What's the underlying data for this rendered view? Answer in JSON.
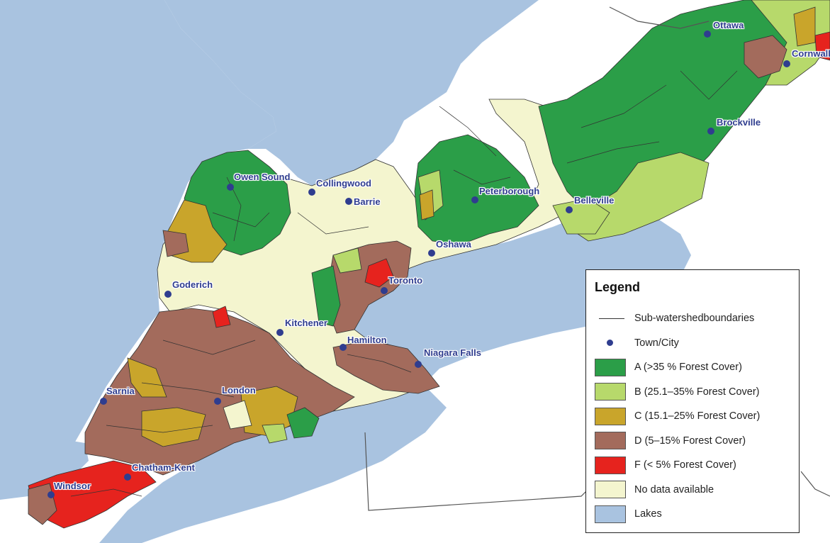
{
  "colors": {
    "lake": "#a9c3e0",
    "background": "#ffffff",
    "class_A": "#2b9e48",
    "class_B": "#b7d96b",
    "class_C": "#c9a52b",
    "class_D": "#a36b5c",
    "class_F": "#e6231e",
    "no_data": "#f4f5cf",
    "city_marker": "#2f3d8f",
    "boundary": "#333333"
  },
  "cities": [
    {
      "id": "ottawa",
      "name": "Ottawa"
    },
    {
      "id": "cornwall",
      "name": "Cornwall"
    },
    {
      "id": "brockville",
      "name": "Brockville"
    },
    {
      "id": "owen-sound",
      "name": "Owen Sound"
    },
    {
      "id": "collingwood",
      "name": "Collingwood"
    },
    {
      "id": "barrie",
      "name": "Barrie"
    },
    {
      "id": "peterborough",
      "name": "Peterborough"
    },
    {
      "id": "belleville",
      "name": "Belleville"
    },
    {
      "id": "oshawa",
      "name": "Oshawa"
    },
    {
      "id": "goderich",
      "name": "Goderich"
    },
    {
      "id": "toronto",
      "name": "Toronto"
    },
    {
      "id": "kitchener",
      "name": "Kitchener"
    },
    {
      "id": "hamilton",
      "name": "Hamilton"
    },
    {
      "id": "niagara-falls",
      "name": "Niagara Falls"
    },
    {
      "id": "sarnia",
      "name": "Sarnia"
    },
    {
      "id": "london",
      "name": "London"
    },
    {
      "id": "chatham-kent",
      "name": "Chatham-Kent"
    },
    {
      "id": "windsor",
      "name": "Windsor"
    }
  ],
  "legend": {
    "title": "Legend",
    "items": [
      {
        "label": "Sub-watershedboundaries",
        "kind": "line"
      },
      {
        "label": "Town/City",
        "kind": "dot"
      },
      {
        "label": "A (>35 % Forest Cover)",
        "kind": "swatch",
        "color": "#2b9e48"
      },
      {
        "label": "B (25.1–35% Forest Cover)",
        "kind": "swatch",
        "color": "#b7d96b"
      },
      {
        "label": "C (15.1–25% Forest Cover)",
        "kind": "swatch",
        "color": "#c9a52b"
      },
      {
        "label": "D (5–15% Forest Cover)",
        "kind": "swatch",
        "color": "#a36b5c"
      },
      {
        "label": "F (< 5% Forest Cover)",
        "kind": "swatch",
        "color": "#e6231e"
      },
      {
        "label": "No data available",
        "kind": "swatch",
        "color": "#f4f5cf"
      },
      {
        "label": "Lakes",
        "kind": "swatch",
        "color": "#a9c3e0"
      }
    ]
  }
}
